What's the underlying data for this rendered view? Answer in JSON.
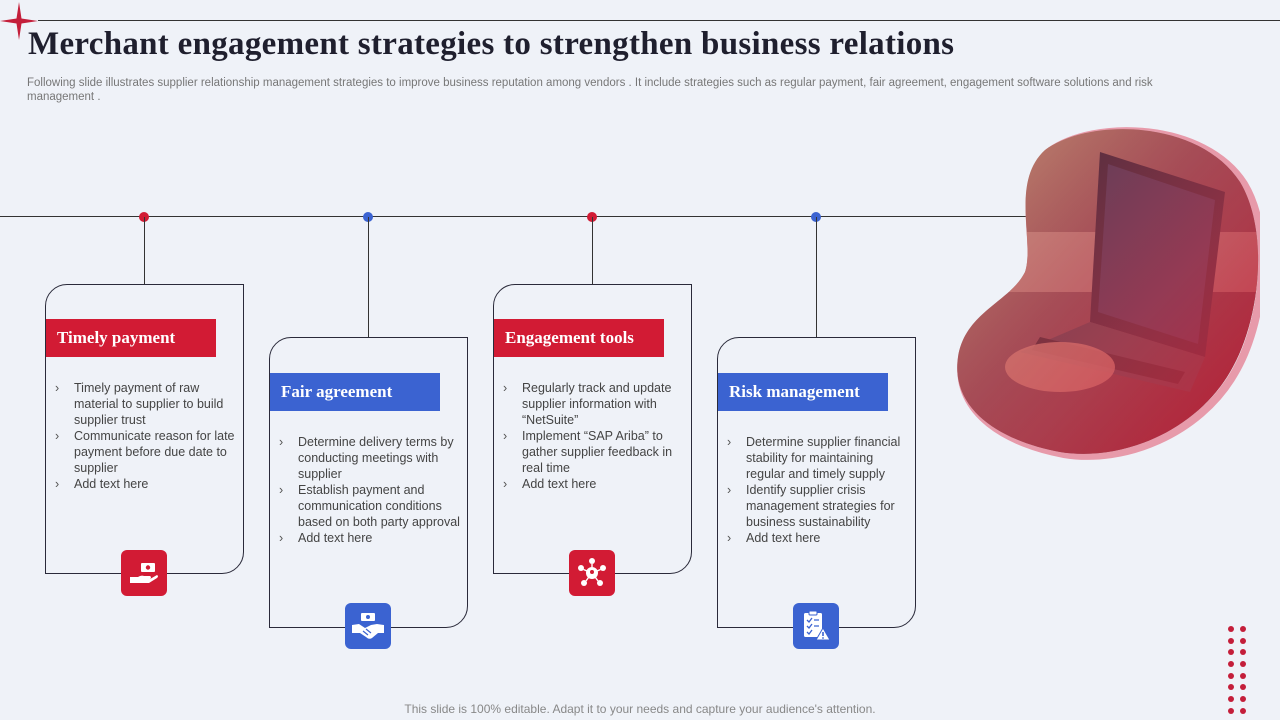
{
  "slide": {
    "title": "Merchant engagement strategies to strengthen business relations",
    "subtitle": "Following slide illustrates supplier relationship management strategies to improve business reputation among vendors . It include strategies such as regular payment, fair agreement, engagement software solutions and risk management .",
    "footer": "This slide is 100% editable. Adapt it to your needs and capture your audience's attention."
  },
  "colors": {
    "red": "#d21b34",
    "blue": "#3b63d1",
    "background": "#eff2f8"
  },
  "strategies": [
    {
      "title": "Timely payment",
      "color": "red",
      "icon": "hand-money-icon",
      "bullets": [
        "Timely payment of raw material to supplier to build supplier trust",
        "Communicate reason for late payment before due date to supplier",
        "Add text here"
      ]
    },
    {
      "title": "Fair agreement",
      "color": "blue",
      "icon": "handshake-icon",
      "bullets": [
        "Determine delivery terms by conducting meetings with supplier",
        "Establish payment and communication conditions based on both party approval",
        "Add text here"
      ]
    },
    {
      "title": "Engagement tools",
      "color": "red",
      "icon": "network-people-icon",
      "bullets": [
        "Regularly track and update supplier information with “NetSuite”",
        "Implement “SAP Ariba” to gather supplier feedback in real time",
        "Add text here"
      ]
    },
    {
      "title": "Risk management",
      "color": "blue",
      "icon": "risk-checklist-icon",
      "bullets": [
        "Determine supplier financial stability for maintaining regular and timely supply",
        "Identify supplier crisis management strategies for business sustainability",
        "Add text here"
      ]
    }
  ]
}
